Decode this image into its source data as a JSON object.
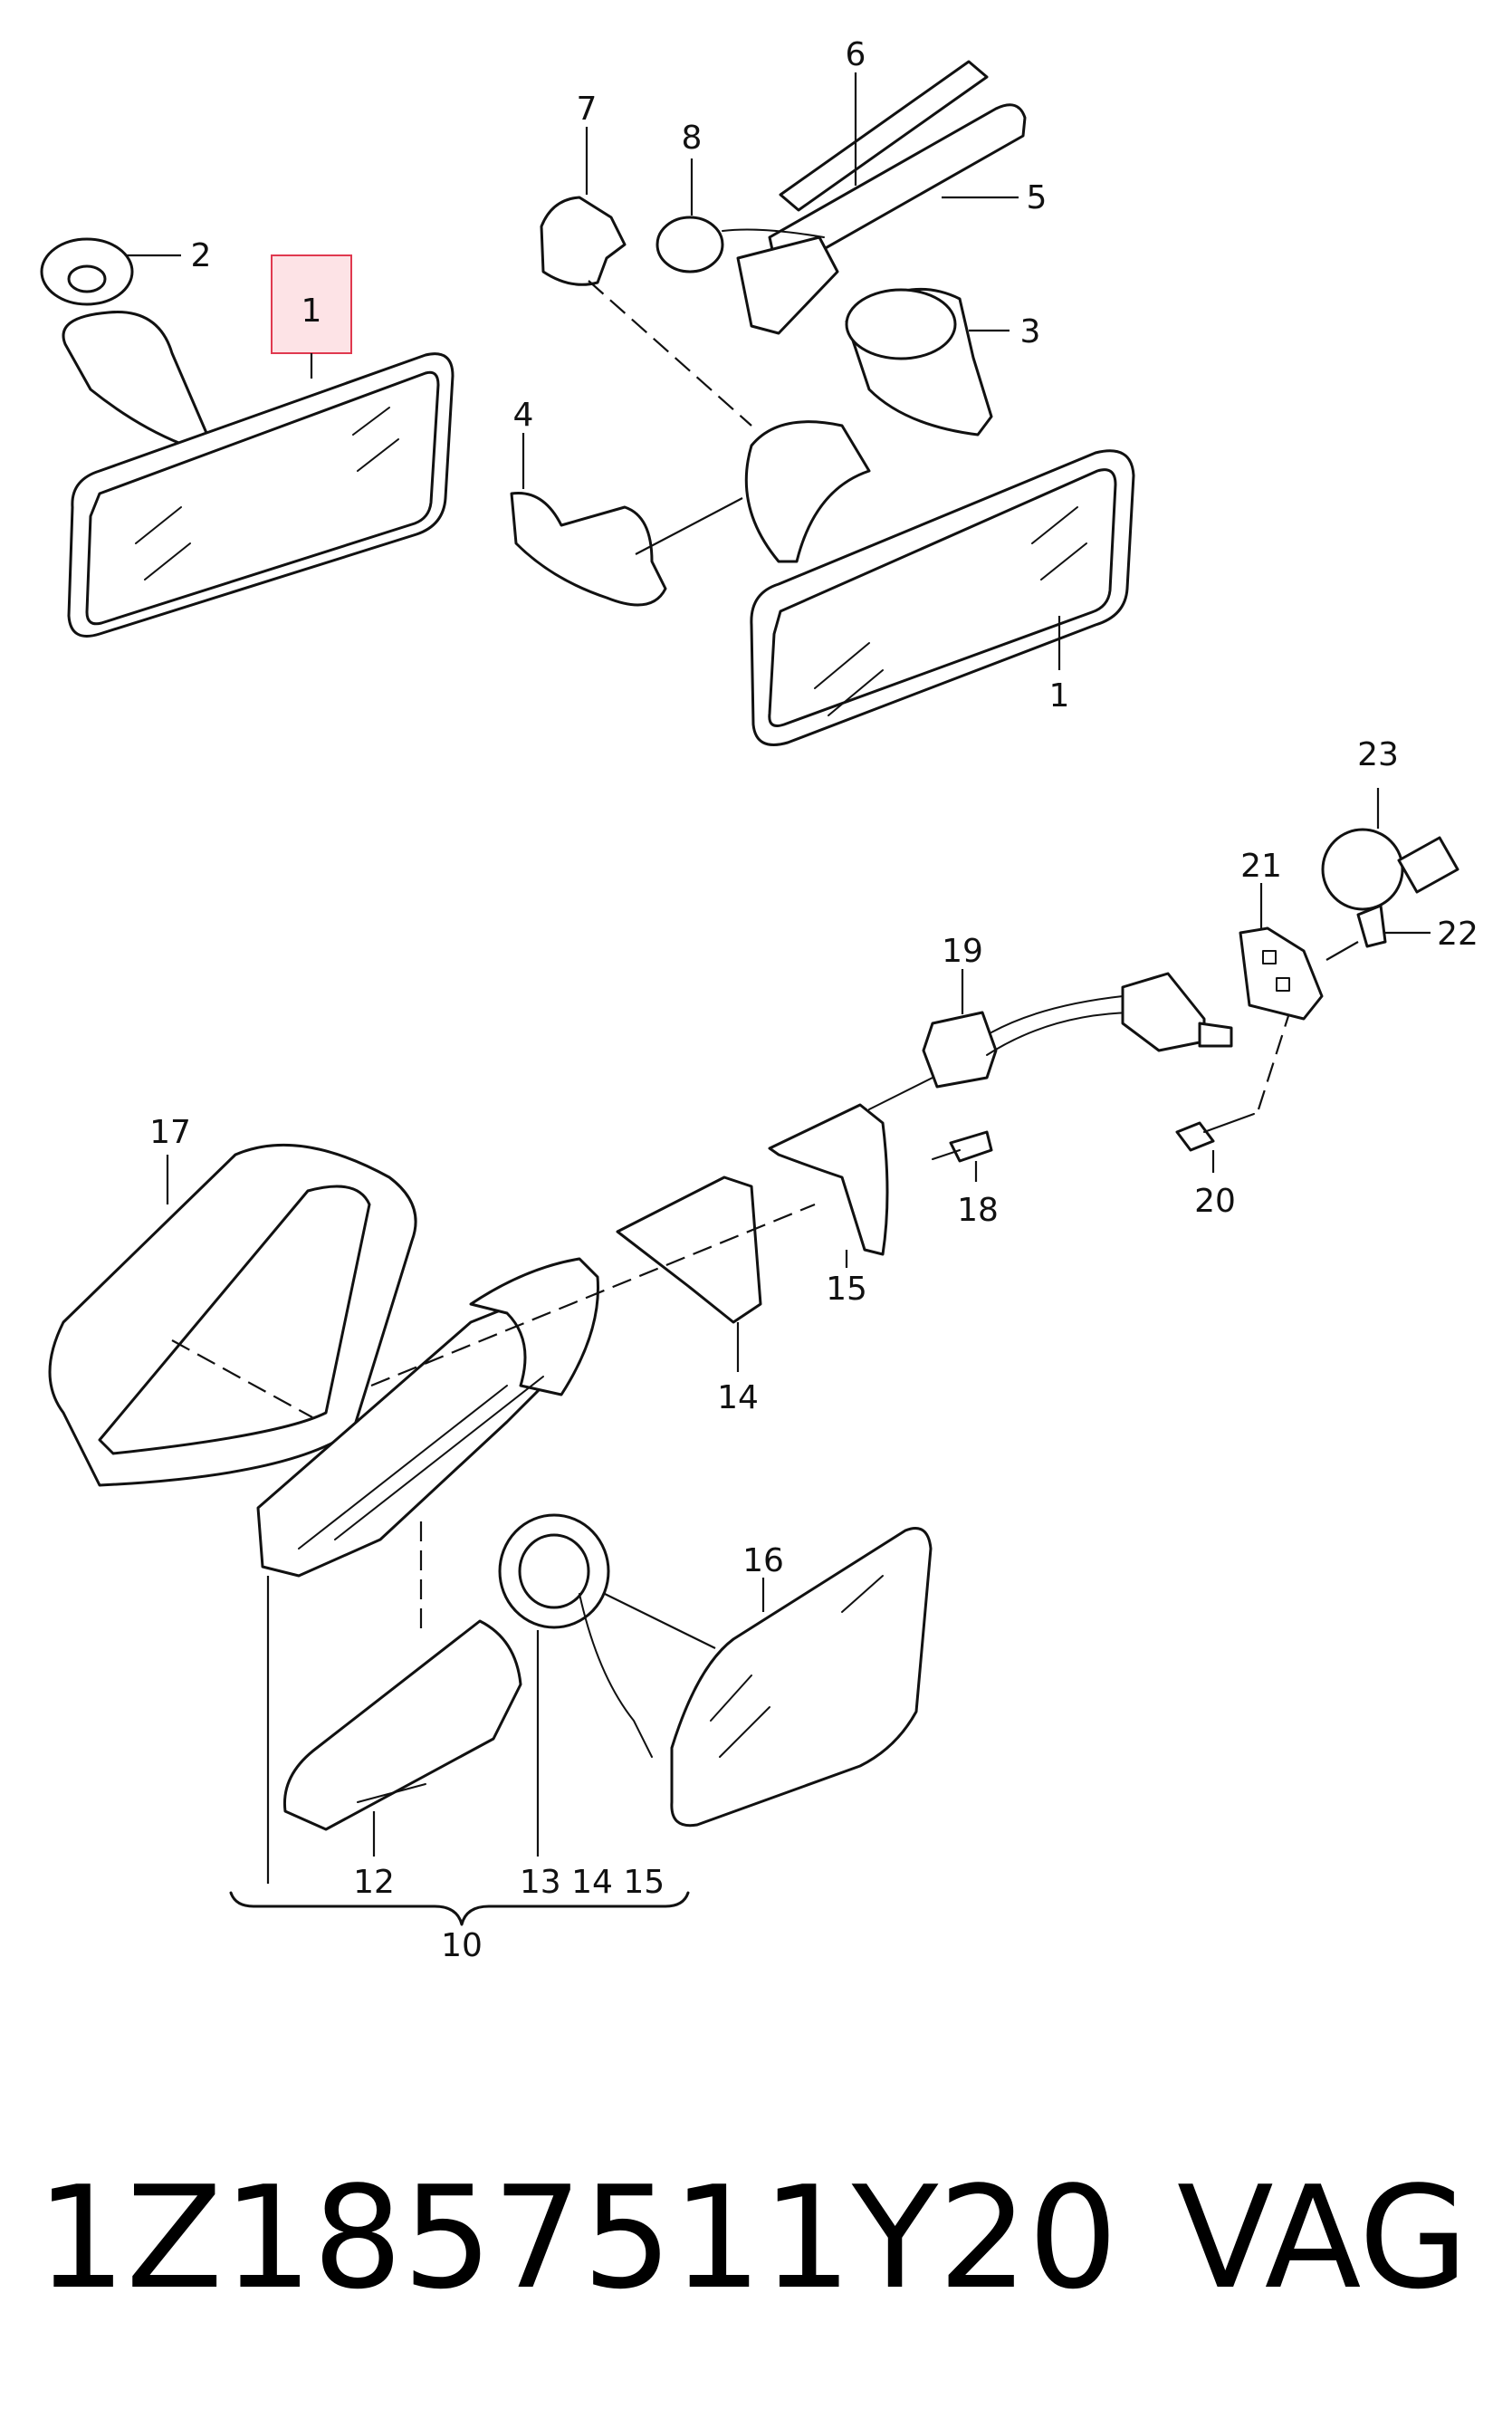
{
  "diagram": {
    "callouts": {
      "n1": "1",
      "n2": "2",
      "n3": "3",
      "n4": "4",
      "n5": "5",
      "n6": "6",
      "n7": "7",
      "n8": "8",
      "n10": "10",
      "n12": "12",
      "n13": "13",
      "n14": "14",
      "n15": "15",
      "n16": "16",
      "n17": "17",
      "n18": "18",
      "n19": "19",
      "n20": "20",
      "n21": "21",
      "n22": "22",
      "n23": "23"
    },
    "group_label_10": "13 14 15",
    "highlighted_callout": "1",
    "highlight_color": "#fde3e6",
    "highlight_border": "#e0394f"
  },
  "caption": {
    "part_number": "1Z1857511Y20",
    "brand": "VAG"
  }
}
